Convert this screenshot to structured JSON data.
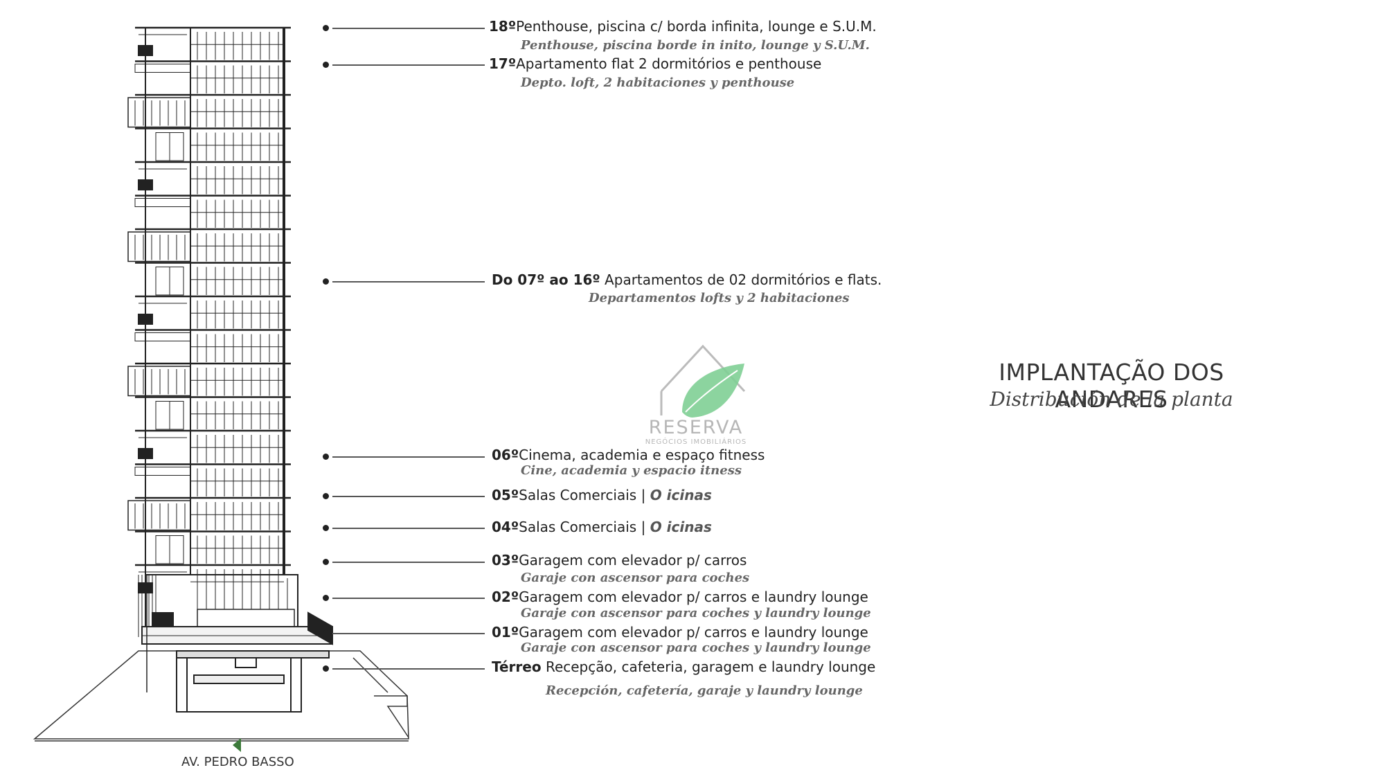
{
  "title": "IMPLANTAÇÃO DOS ANDARES",
  "subtitle": "Distribución de la planta",
  "street_label": "AV. PEDRO BASSO",
  "logo": {
    "name": "RESERVA",
    "tagline": "NEGÓCIOS IMOBILIÁRIOS",
    "leaf_color": "#7fcf95"
  },
  "floors": [
    {
      "num": "18º",
      "pt": "Penthouse, piscina c/ borda infinita, lounge e S.U.M.",
      "es": "Penthouse, piscina borde in inito, lounge y S.U.M."
    },
    {
      "num": "17º",
      "pt": "Apartamento flat 2 dormitórios e penthouse",
      "es": "Depto. loft, 2 habitaciones y penthouse"
    },
    {
      "num": "Do 07º ao 16º",
      "pt": " Apartamentos de 02 dormitórios e flats.",
      "es": "Departamentos lofts y 2 habitaciones"
    },
    {
      "num": "06º",
      "pt": "Cinema, academia e espaço fitness",
      "es": "Cine, academia y espacio  itness"
    },
    {
      "num": "05º",
      "pt": "Salas Comerciais | ",
      "es": "O icinas"
    },
    {
      "num": "04º",
      "pt": "Salas Comerciais | ",
      "es": "O icinas"
    },
    {
      "num": "03º",
      "pt": "Garagem com elevador p/ carros",
      "es": "Garaje con ascensor para coches"
    },
    {
      "num": "02º",
      "pt": "Garagem com elevador p/ carros e laundry lounge",
      "es": "Garaje con ascensor para coches y laundry lounge"
    },
    {
      "num": "01º",
      "pt": "Garagem com elevador p/ carros e laundry lounge",
      "es": "Garaje con ascensor para coches y laundry lounge"
    },
    {
      "num": "Térreo",
      "pt": " Recepção, cafeteria, garagem e laundry lounge",
      "es": "Recepción, cafetería, garaje y laundry lounge"
    }
  ]
}
